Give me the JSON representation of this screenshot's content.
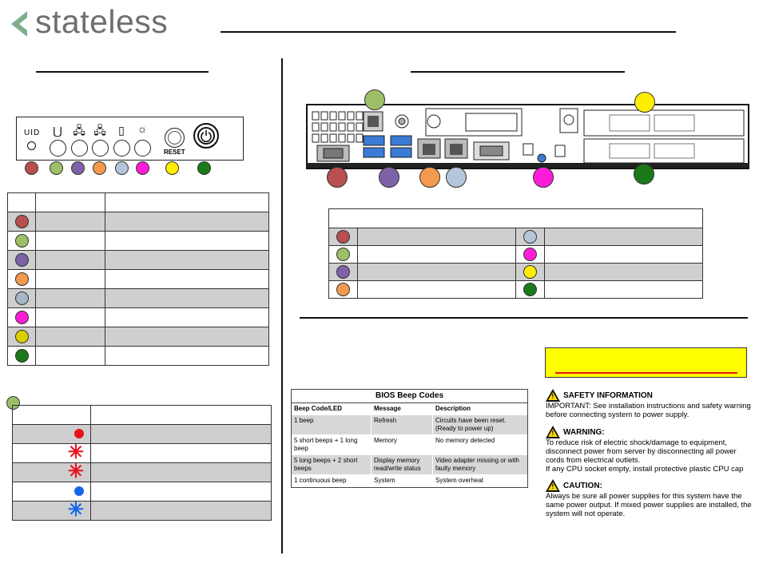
{
  "header": {
    "brand": "stateless",
    "brand_color": "#6f6f6f",
    "accent_color": "#7fae8b"
  },
  "front_panel": {
    "uid_label": "UID",
    "reset_label": "RESET",
    "legend_colors": [
      "#b94f4f",
      "#9dbf68",
      "#7d62a8",
      "#f39a4f",
      "#b4c6d9",
      "#ff1cd8",
      "#ffee00",
      "#1a7a1a"
    ]
  },
  "front_table": {
    "rows": [
      {
        "color": "#b94f4f"
      },
      {
        "color": "#9dbf68"
      },
      {
        "color": "#7d62a8"
      },
      {
        "color": "#f39a4f"
      },
      {
        "color": "#a7b7c8"
      },
      {
        "color": "#ff1cd8"
      },
      {
        "color": "#d8d000"
      },
      {
        "color": "#1a7a1a"
      }
    ]
  },
  "status_table": {
    "marker_color": "#9dbf68",
    "rows": [
      {
        "icon": "solid-dot",
        "color": "#e8101a"
      },
      {
        "icon": "blink-star",
        "color": "#e8101a"
      },
      {
        "icon": "blink-star",
        "color": "#e8101a"
      },
      {
        "icon": "solid-dot",
        "color": "#1565e6"
      },
      {
        "icon": "blink-star",
        "color": "#1565e6"
      }
    ]
  },
  "rear_panel": {
    "callouts": [
      {
        "color": "#9dbf68"
      },
      {
        "color": "#ffee00"
      },
      {
        "color": "#b94f4f"
      },
      {
        "color": "#7d62a8"
      },
      {
        "color": "#f39a4f"
      },
      {
        "color": "#b4c6d9"
      },
      {
        "color": "#ff1cd8"
      },
      {
        "color": "#1a7a1a"
      }
    ]
  },
  "rear_table": {
    "left_colors": [
      "#b94f4f",
      "#9dbf68",
      "#7d62a8",
      "#f39a4f"
    ],
    "right_colors": [
      "#b4c6d9",
      "#ff1cd8",
      "#ffee00",
      "#1a7a1a"
    ]
  },
  "beep_codes": {
    "title": "BIOS Beep Codes",
    "headers": [
      "Beep Code/LED",
      "Message",
      "Description"
    ],
    "rows": [
      [
        "1 beep",
        "Refresh",
        "Circuits have been reset. (Ready to power up)"
      ],
      [
        "5 short beeps + 1 long beep",
        "Memory",
        "No  memory  detected"
      ],
      [
        "5 long beeps + 2 short beeps",
        "Display memory read/write status",
        "Video adapter missing or with faulty memory"
      ],
      [
        "1 continuous beep",
        "System",
        "System overheat"
      ]
    ]
  },
  "notice_box": {
    "color": "#ffff00",
    "line_color": "#e01818"
  },
  "safety": {
    "safety_title": "SAFETY INFORMATION",
    "safety_text": "IMPORTANT: See installation instructions and safety warning before  connecting system to power supply.",
    "warning_title": "WARNING:",
    "warning_text": "To reduce risk of electric shock/damage to equipment, disconnect power from server by disconnecting all power cords from electrical outlets.",
    "warning_text2": "If any CPU socket empty, install protective plastic CPU cap",
    "caution_title": "CAUTION:",
    "caution_text": "Always be sure all power supplies for this system have the same power output. If mixed power supplies are installed, the system will not operate."
  }
}
